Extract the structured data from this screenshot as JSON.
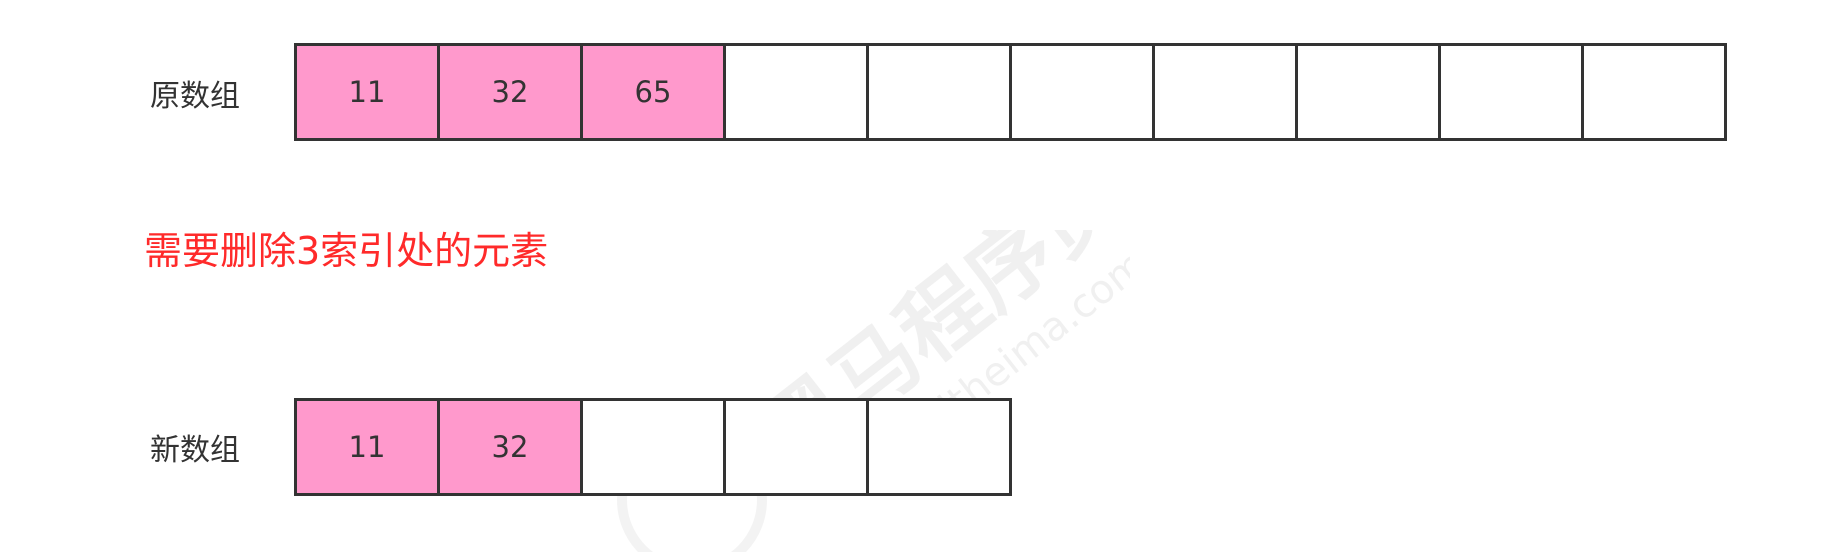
{
  "original_array": {
    "label": "原数组",
    "cells": [
      "11",
      "32",
      "65",
      "",
      "",
      "",
      "",
      "",
      "",
      ""
    ]
  },
  "note": "需要删除3索引处的元素",
  "new_array": {
    "label": "新数组",
    "cells": [
      "11",
      "32",
      "",
      "",
      ""
    ]
  },
  "watermark": {
    "brand": "黑马程序员",
    "url": "www.itheima.com"
  },
  "colors": {
    "filled_cell": "#ff99cc",
    "empty_cell": "#ffffff",
    "border": "#333333",
    "note_text": "#ff2a2a"
  }
}
